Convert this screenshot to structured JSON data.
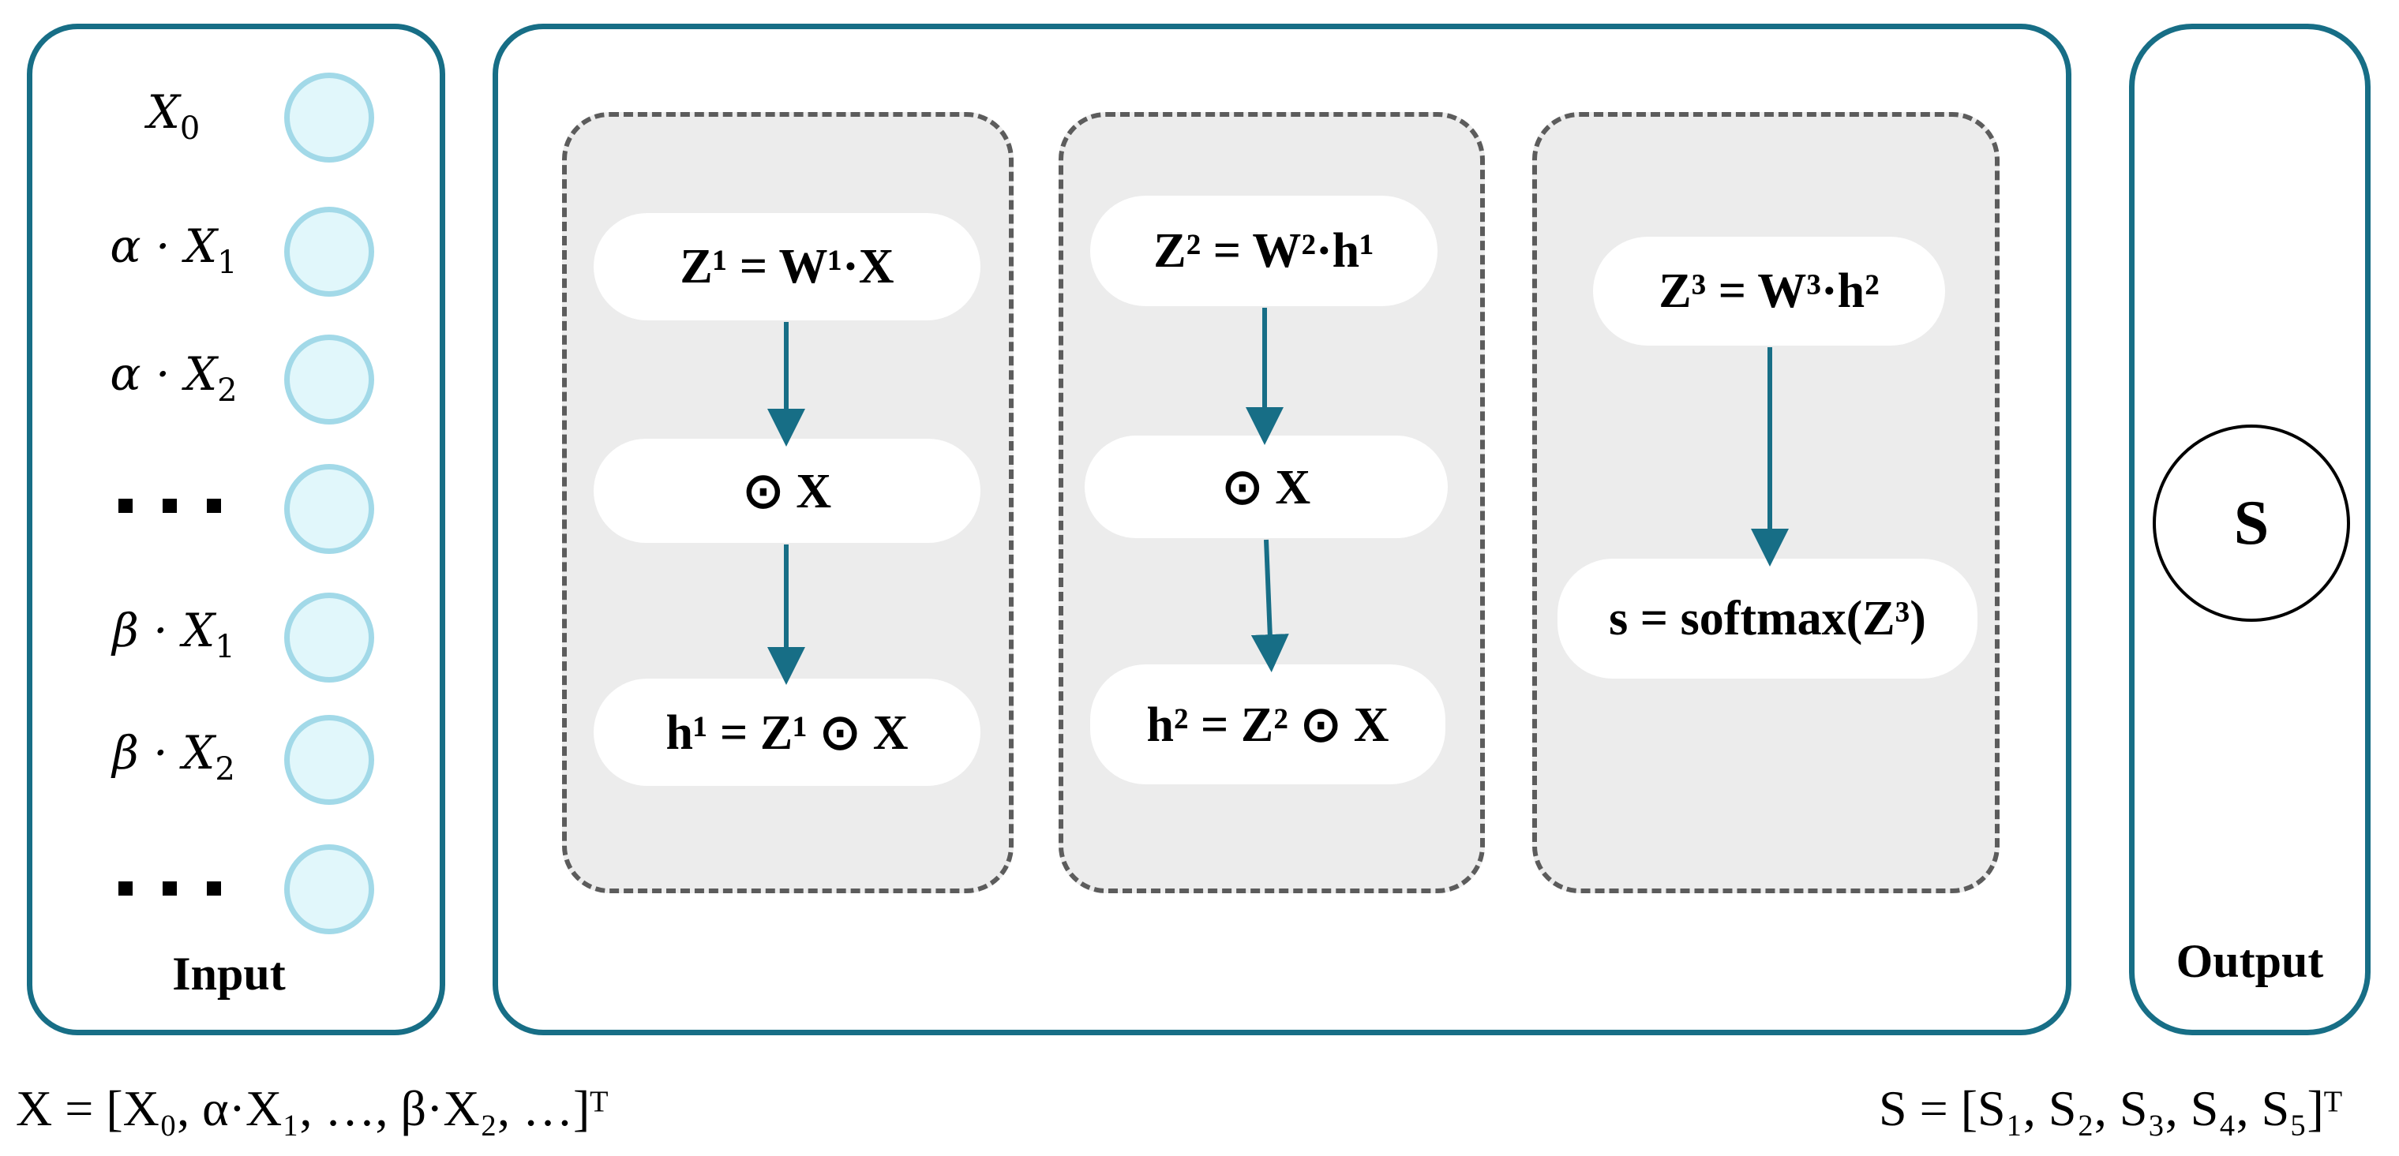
{
  "input": {
    "caption": "Input",
    "nodes": [
      {
        "label": "X",
        "sub": "0"
      },
      {
        "label": "α · X",
        "sub": "1"
      },
      {
        "label": "α · X",
        "sub": "2"
      },
      {
        "label": "ellipsis",
        "sub": ""
      },
      {
        "label": "β · X",
        "sub": "1"
      },
      {
        "label": "β · X",
        "sub": "2"
      },
      {
        "label": "ellipsis",
        "sub": ""
      }
    ]
  },
  "stages": [
    {
      "top": "Z¹ = W¹·X",
      "middle": "⊙ X",
      "bottom": "h¹ = Z¹ ⊙ X"
    },
    {
      "top": "Z² = W²·h¹",
      "middle": "⊙ X",
      "bottom": "h² = Z² ⊙ X"
    },
    {
      "top": "Z³ = W³·h²",
      "bottom": "s = softmax(Z³)"
    }
  ],
  "output": {
    "caption": "Output",
    "node": "S"
  },
  "formulas": {
    "input_vector": "X = [X₀, α·X₁, …, β·X₂, …]ᵀ",
    "output_vector": "S = [S₁, S₂, S₃, S₄, S₅]ᵀ"
  },
  "colors": {
    "panel_border": "#176e86",
    "arrow": "#176e86",
    "node_fill": "#e1f7fb",
    "node_border": "#a2d9e8",
    "stage_fill": "#ececec",
    "stage_border": "#5c5c5c"
  }
}
